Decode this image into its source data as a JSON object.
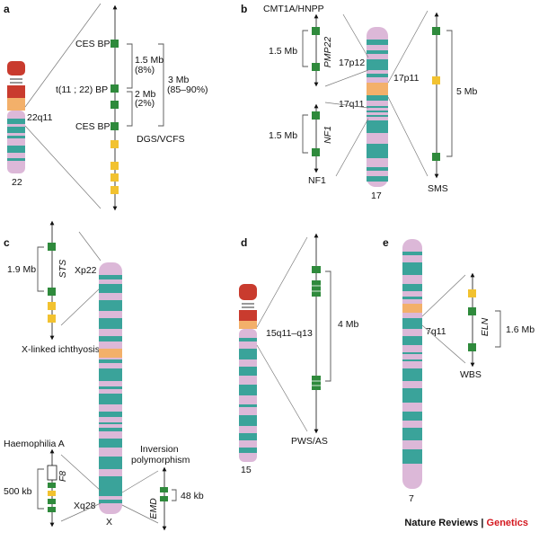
{
  "colors": {
    "marker_green": "#2f8a3c",
    "marker_yellow": "#f2c230",
    "chr_pink": "#dcb8d8",
    "chr_teal": "#3aa39a",
    "centromere_orange": "#f3b06a",
    "satellite_red": "#c93b2e"
  },
  "panels": {
    "a": {
      "label": "a",
      "chromosome": "22",
      "band": "22q11",
      "markers": [
        "CES BP",
        "t(11 ; 22) BP",
        "CES BP"
      ],
      "spans": [
        "1.5 Mb",
        "(8%)",
        "2 Mb",
        "(2%)",
        "3 Mb",
        "(85–90%)"
      ],
      "syndrome": "DGS/VCFS"
    },
    "b": {
      "label": "b",
      "chromosome": "17",
      "syndrome_top": "CMT1A/HNPP",
      "gene_top": "PMP22",
      "span_top": "1.5 Mb",
      "band_top": "17p12",
      "band_mid": "17p11",
      "gene_bottom": "NF1",
      "span_bottom": "1.5 Mb",
      "band_bottom": "17q11",
      "syndrome_bottom": "NF1",
      "span_right": "5 Mb",
      "syndrome_right": "SMS"
    },
    "c": {
      "label": "c",
      "chromosome": "X",
      "span_top": "1.9 Mb",
      "gene_top": "STS",
      "band_top": "Xp22",
      "syndrome_top": "X-linked ichthyosis",
      "syndrome_bottom": "Haemophilia A",
      "gene_f8": "F8",
      "span_f8": "500 kb",
      "band_bottom": "Xq28",
      "inversion_line1": "Inversion",
      "inversion_line2": "polymorphism",
      "gene_emd": "EMD",
      "span_emd": "48 kb"
    },
    "d": {
      "label": "d",
      "chromosome": "15",
      "band": "15q11–q13",
      "span": "4 Mb",
      "syndrome": "PWS/AS"
    },
    "e": {
      "label": "e",
      "chromosome": "7",
      "band": "7q11",
      "gene": "ELN",
      "span": "1.6 Mb",
      "syndrome": "WBS"
    }
  },
  "footer": {
    "brand": "Nature Reviews",
    "separator": "|",
    "journal": "Genetics"
  }
}
